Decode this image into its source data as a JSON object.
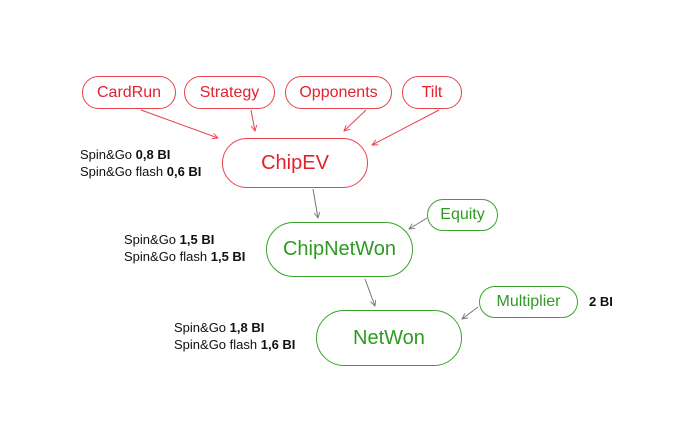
{
  "factors": {
    "cardrun": "CardRun",
    "strategy": "Strategy",
    "opponents": "Opponents",
    "tilt": "Tilt"
  },
  "chipev": {
    "label": "ChipEV",
    "line1_prefix": "Spin&Go",
    "line1_value": "0,8 BI",
    "line2_prefix": "Spin&Go flash",
    "line2_value": "0,6 BI"
  },
  "equity": {
    "label": "Equity"
  },
  "chipnetwon": {
    "label": "ChipNetWon",
    "line1_prefix": "Spin&Go",
    "line1_value": "1,5 BI",
    "line2_prefix": "Spin&Go flash",
    "line2_value": "1,5 BI"
  },
  "multiplier": {
    "label": "Multiplier",
    "value": "2 BI"
  },
  "netwon": {
    "label": "NetWon",
    "line1_prefix": "Spin&Go",
    "line1_value": "1,8 BI",
    "line2_prefix": "Spin&Go flash",
    "line2_value": "1,6 BI"
  },
  "colors": {
    "red": "#e8424d",
    "green": "#3aa42c",
    "arrow": "#777777"
  }
}
